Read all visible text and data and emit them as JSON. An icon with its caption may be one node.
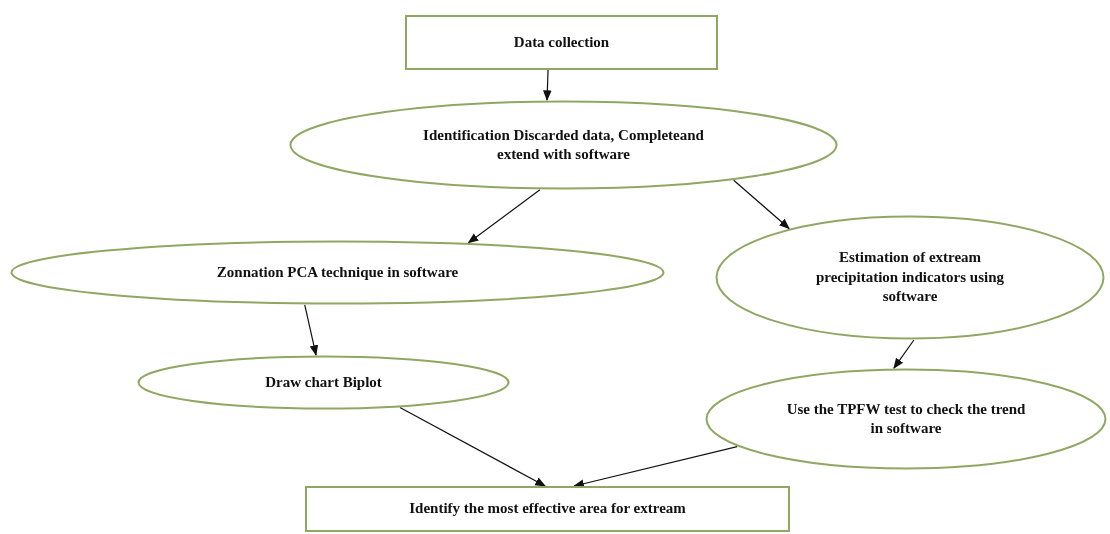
{
  "diagram": {
    "nodes": [
      {
        "text": [
          "Data collection"
        ]
      },
      {
        "text": [
          "Identification Discarded data, Completeand extend with software"
        ]
      },
      {
        "text": [
          "Zonnation PCA technique in software"
        ]
      },
      {
        "text": [
          "Estimation of extream precipitation indicators using software"
        ]
      },
      {
        "text": [
          "Draw chart Biplot"
        ]
      },
      {
        "text": [
          "Use the TPFW test to check the trend in software"
        ]
      },
      {
        "text": [
          "Identify the most effective area for extream"
        ]
      }
    ],
    "edges": [
      {
        "from": 0,
        "to": 1,
        "arrow": "to"
      },
      {
        "from": 1,
        "to": 2,
        "arrow": "to"
      },
      {
        "from": 1,
        "to": 3,
        "arrow": "to"
      },
      {
        "from": 2,
        "to": 4,
        "arrow": "to"
      },
      {
        "from": 3,
        "to": 5,
        "arrow": "to"
      },
      {
        "from": 4,
        "to": 6,
        "arrow": "to"
      },
      {
        "from": 5,
        "to": 6,
        "arrow": "to"
      }
    ]
  }
}
